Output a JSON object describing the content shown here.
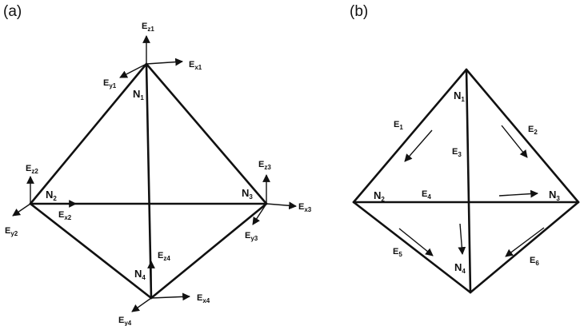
{
  "panel_a": {
    "label": "(a)",
    "nodes": [
      "N1",
      "N2",
      "N3",
      "N4"
    ],
    "axes": [
      "Ez1",
      "Ex1",
      "Ey1",
      "Ez2",
      "Ex2",
      "Ey2",
      "Ez3",
      "Ex3",
      "Ey3",
      "Ez4",
      "Ex4",
      "Ey4"
    ]
  },
  "panel_b": {
    "label": "(b)",
    "nodes": [
      "N1",
      "N2",
      "N3",
      "N4"
    ],
    "edges": [
      "E1",
      "E2",
      "E3",
      "E4",
      "E5",
      "E6"
    ]
  }
}
